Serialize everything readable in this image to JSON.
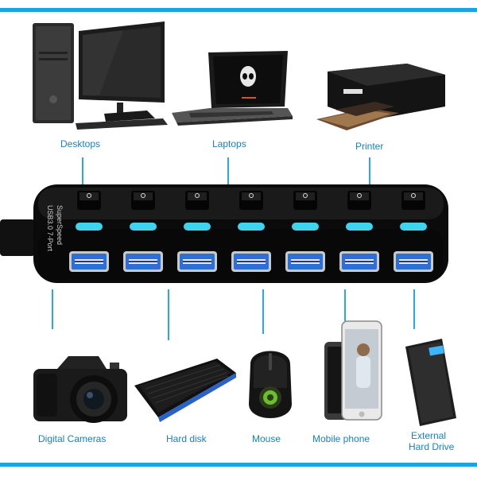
{
  "labels": {
    "desktops": "Desktops",
    "laptops": "Laptops",
    "printer": "Printer",
    "digital_cameras": "Digital Cameras",
    "hard_disk": "Hard disk",
    "mouse": "Mouse",
    "mobile_phone": "Mobile phone",
    "external_hard_drive_line1": "External",
    "external_hard_drive_line2": "Hard Drive"
  },
  "hub": {
    "side_text_line1": "USB3.0 7-Port",
    "side_text_line2": "SuperSpeed",
    "switch_count": 7,
    "port_count": 7,
    "led_color": "#3fd4ee",
    "port_color": "#2d6fd6"
  },
  "colors": {
    "accent": "#1aa3e8",
    "label": "#1a7fc4",
    "connector": "#29a8e8"
  }
}
